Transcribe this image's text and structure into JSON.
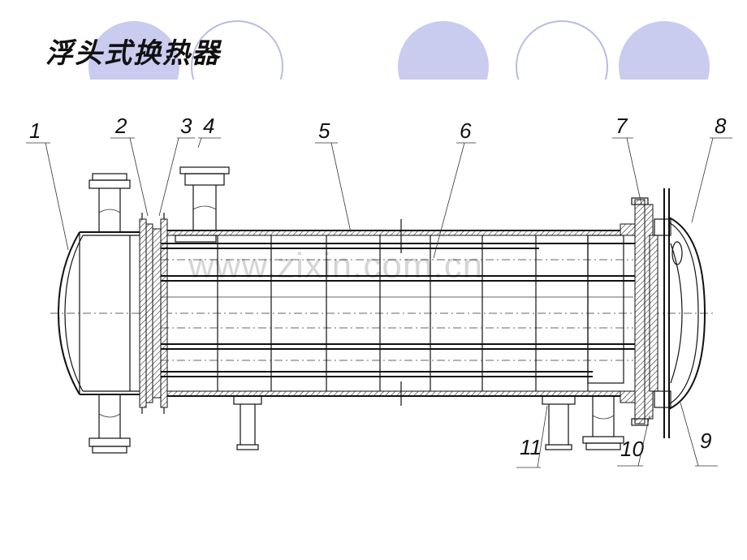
{
  "slide": {
    "title": "浮头式换热器"
  },
  "diagram": {
    "part_labels": [
      "1",
      "2",
      "3",
      "4",
      "5",
      "6",
      "7",
      "8",
      "9",
      "10",
      "11"
    ],
    "watermark": "www.zixin.com.cn"
  },
  "colors": {
    "circle_fill": "#c9cbef",
    "circle_outline": "#b9bce6",
    "line": "#111111",
    "watermark": "#c8c8c8"
  }
}
